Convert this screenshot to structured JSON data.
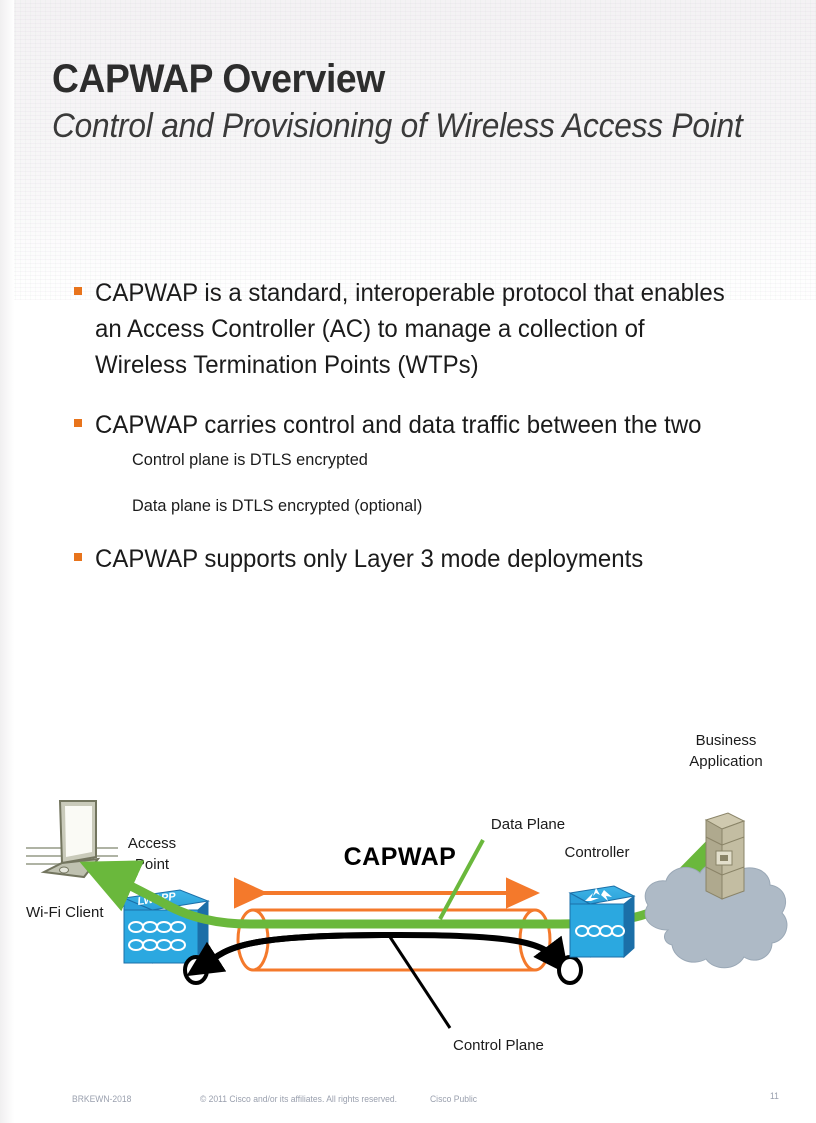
{
  "slide": {
    "title": "CAPWAP Overview",
    "subtitle": "Control and Provisioning of Wireless Access Point",
    "bullet_color": "#E8741C"
  },
  "body": {
    "bullets": [
      {
        "text": "CAPWAP is a standard, interoperable protocol that enables an Access Controller (AC) to manage a collection of Wireless Termination Points (WTPs)",
        "sub": []
      },
      {
        "text": "CAPWAP carries control and data traffic between the two",
        "sub": [
          "Control plane is DTLS encrypted",
          "Data plane is DTLS encrypted (optional)"
        ]
      },
      {
        "text": "CAPWAP supports only Layer 3 mode deployments",
        "sub": []
      }
    ]
  },
  "diagram": {
    "labels": {
      "wifi_client": "Wi-Fi Client",
      "access_point_line1": "Access",
      "access_point_line2": "Point",
      "capwap": "CAPWAP",
      "data_plane": "Data Plane",
      "control_plane": "Control Plane",
      "controller": "Controller",
      "business_app_line1": "Business",
      "business_app_line2": "Application",
      "ap_badge": "LWAPP"
    },
    "colors": {
      "tunnel_orange": "#F4792B",
      "data_plane_green": "#6AB83C",
      "control_plane_black": "#000000",
      "device_blue": "#2BA8E0",
      "device_blue_dark": "#1B6FA8",
      "cloud_grey": "#AEBAC6",
      "server_tan": "#B8B194",
      "laptop_grey": "#B7B9A8"
    }
  },
  "footer": {
    "deck_code": "BRKEWN-2018",
    "copyright": "© 2011 Cisco and/or its affiliates. All rights reserved.",
    "classification": "Cisco Public",
    "page_number": "11"
  }
}
